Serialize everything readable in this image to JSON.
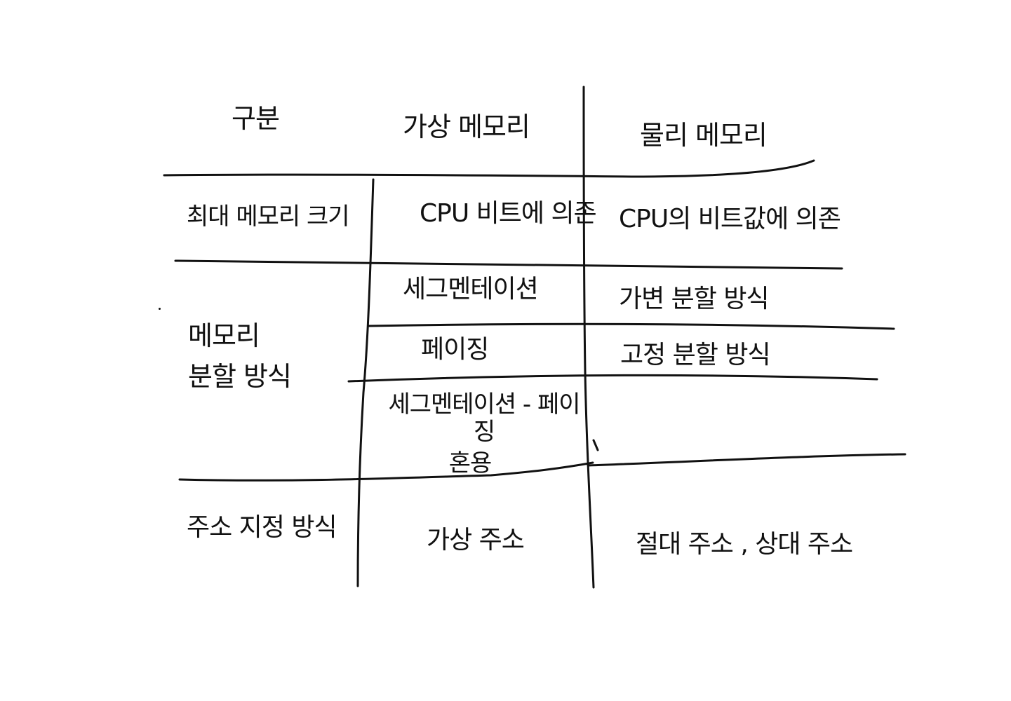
{
  "colors": {
    "ink": "#111111",
    "paper": "#ffffff"
  },
  "table": {
    "header": {
      "col0": "구분",
      "col1": "가상 메모리",
      "col2": "물리 메모리"
    },
    "rows": [
      {
        "label": "최대 메모리 크기",
        "virtual": "CPU 비트에 의존",
        "physical": "CPU의 비트값에 의존"
      },
      {
        "label_line1": "메모리",
        "label_line2": "분할 방식",
        "virtual_items": [
          "세그멘테이션",
          "페이징"
        ],
        "virtual_mixed_line1": "세그멘테이션 - 페이징",
        "virtual_mixed_line2": "혼용",
        "physical_items": [
          "가변 분할 방식",
          "고정 분할 방식"
        ]
      },
      {
        "label": "주소 지정 방식",
        "virtual": "가상 주소",
        "physical": "절대 주소 , 상대 주소"
      }
    ]
  }
}
